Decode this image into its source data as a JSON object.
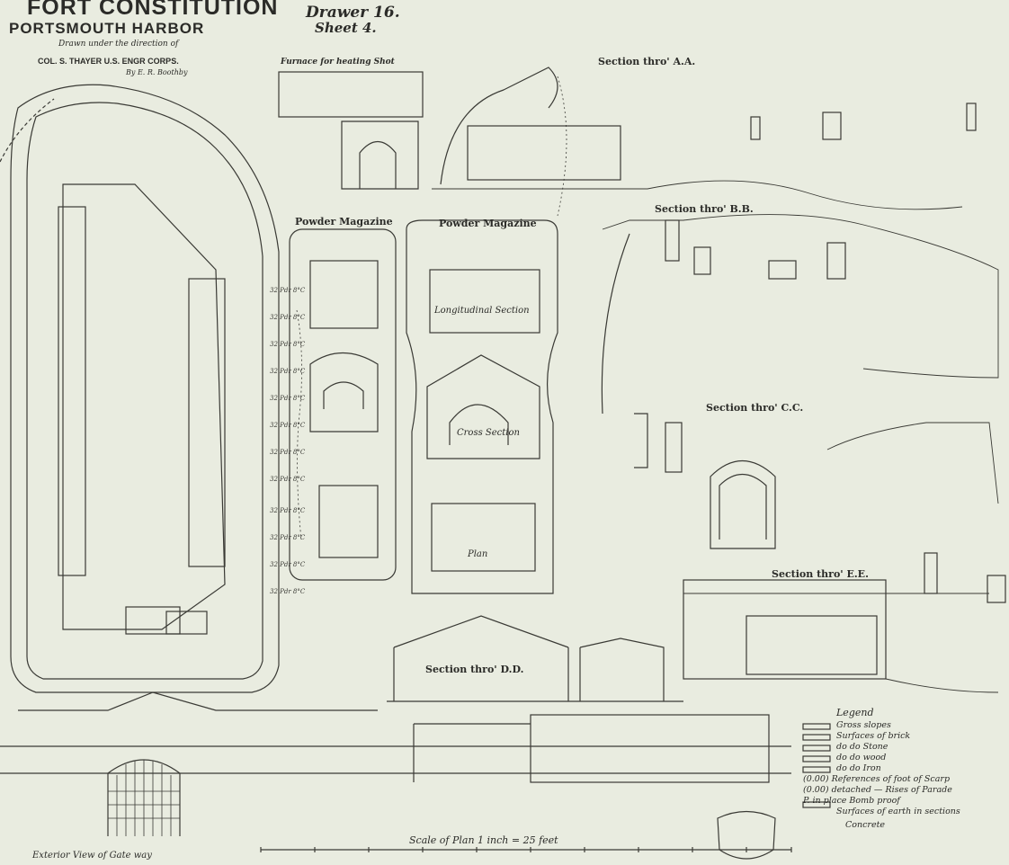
{
  "title": {
    "line1": "FORT CONSTITUTION",
    "line2": "PORTSMOUTH HARBOR",
    "direction": "Drawn under the direction of",
    "colonel": "COL. S. THAYER U.S. ENGR CORPS.",
    "by": "By E. R. Boothby"
  },
  "drawer": "Drawer 16.",
  "sheet": "Sheet 4.",
  "labels": {
    "furnace": "Furnace for heating Shot",
    "section_aa": "Section thro' A.A.",
    "section_bb": "Section thro' B.B.",
    "section_cc": "Section thro' C.C.",
    "section_dd": "Section thro' D.D.",
    "section_ee": "Section thro' E.E.",
    "powder_mag_1": "Powder Magazine",
    "powder_mag_2": "Powder Magazine",
    "longitudinal_section": "Longitudinal Section",
    "cross_section": "Cross Section",
    "plan": "Plan",
    "exterior_view": "Exterior View of Gate way",
    "scale": "Scale of Plan 1 inch = 25 feet"
  },
  "legend": {
    "title": "Legend",
    "items": [
      "Gross slopes",
      "Surfaces of brick",
      "do    do  Stone",
      "do    do  wood",
      "do    do  Iron",
      "(0.00) References of foot of Scarp",
      "(0.00) detached — Rises of Parade",
      "P. in place   Bomb proof",
      "Surfaces of earth in sections",
      "Concrete"
    ]
  }
}
